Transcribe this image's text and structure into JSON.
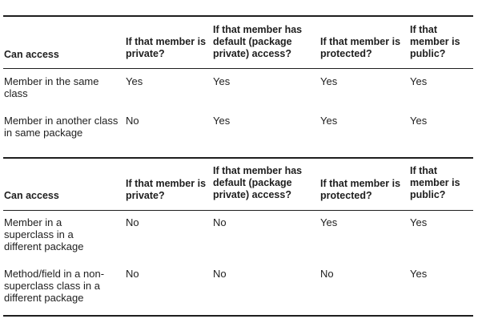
{
  "tables": [
    {
      "headers": {
        "can_access": "Can access",
        "private": "If that member is private?",
        "default": "If that member has default (package private) access?",
        "protected": "If that member is protected?",
        "public": "If that member is public?"
      },
      "rows": [
        {
          "label": "Member in the same class",
          "private": "Yes",
          "default": "Yes",
          "protected": "Yes",
          "public": "Yes"
        },
        {
          "label": "Member in another class in same package",
          "private": "No",
          "default": "Yes",
          "protected": "Yes",
          "public": "Yes"
        }
      ]
    },
    {
      "headers": {
        "can_access": "Can access",
        "private": "If that member is private?",
        "default": "If that member has default (package private) access?",
        "protected": "If that member is protected?",
        "public": "If that member is public?"
      },
      "rows": [
        {
          "label": "Member in a superclass in a different package",
          "private": "No",
          "default": "No",
          "protected": "Yes",
          "public": "Yes"
        },
        {
          "label": "Method/field in a non-superclass class in a different package",
          "private": "No",
          "default": "No",
          "protected": "No",
          "public": "Yes"
        }
      ]
    }
  ]
}
